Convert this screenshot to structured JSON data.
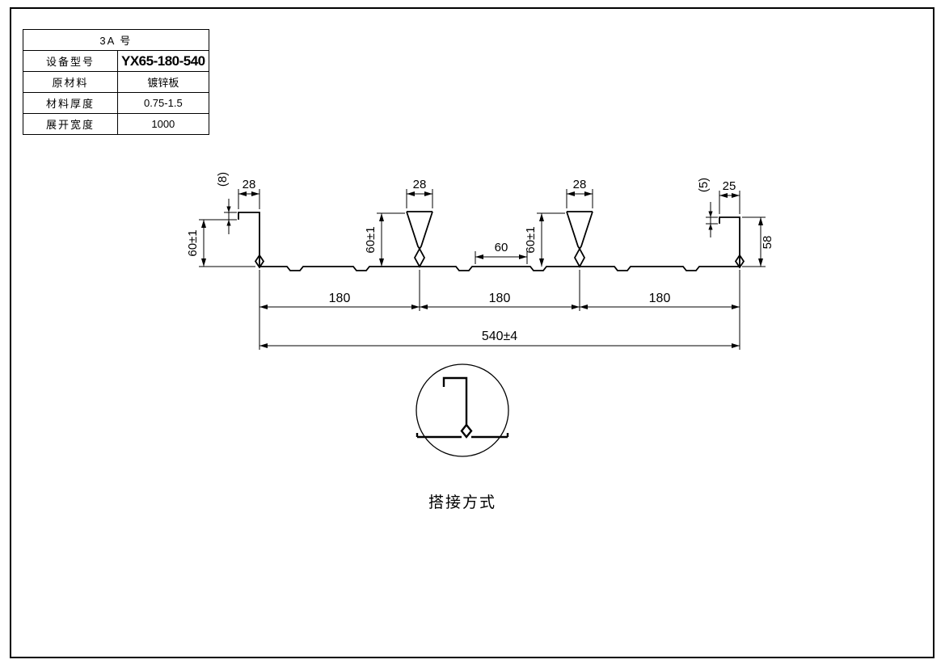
{
  "table": {
    "title": "3A  号",
    "rows": [
      {
        "label": "设备型号",
        "value": "YX65-180-540"
      },
      {
        "label": "原材料",
        "value": "镀锌板"
      },
      {
        "label": "材料厚度",
        "value": "0.75-1.5"
      },
      {
        "label": "展开宽度",
        "value": "1000"
      }
    ]
  },
  "drawing": {
    "dims": {
      "left_hook_width": "28",
      "left_hook_height": "(8)",
      "left_height": "60±1",
      "rib1_width": "28",
      "rib1_height": "60±1",
      "rib2_width": "28",
      "rib2_height": "60±1",
      "center_flat": "60",
      "right_hook_width": "25",
      "right_hook_height": "(5)",
      "right_height": "58",
      "pitch1": "180",
      "pitch2": "180",
      "pitch3": "180",
      "overall": "540±4"
    },
    "detail_label": "搭接方式"
  },
  "colors": {
    "line": "#000000",
    "background": "#ffffff"
  }
}
